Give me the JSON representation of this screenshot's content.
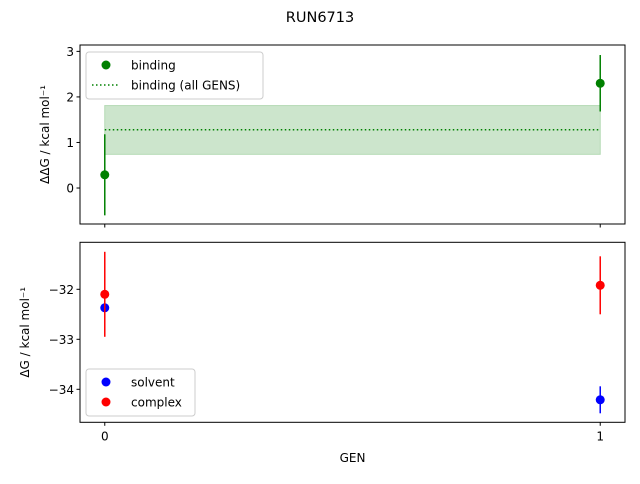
{
  "chart_data": [
    {
      "type": "scatter",
      "title": "RUN6713",
      "ylabel": "ΔΔG / kcal mol⁻¹",
      "xlim": [
        -0.05,
        1.05
      ],
      "ylim": [
        -0.79,
        3.14
      ],
      "yticks": [
        0,
        1,
        2,
        3
      ],
      "x_ticks": [
        0,
        1
      ],
      "grid": false,
      "legend_position": "top-left",
      "series": [
        {
          "name": "binding",
          "color": "#008000",
          "x": [
            0,
            1
          ],
          "y": [
            0.29,
            2.3
          ],
          "yerr": [
            0.89,
            0.62
          ]
        },
        {
          "name": "binding (all GENS)",
          "color": "#008000",
          "style": "dotted",
          "x": [
            0,
            1
          ],
          "y": 1.28,
          "band": [
            0.74,
            1.81
          ],
          "band_color": "#cce5cc"
        }
      ]
    },
    {
      "type": "scatter",
      "xlabel": "GEN",
      "ylabel": "ΔG / kcal mol⁻¹",
      "xlim": [
        -0.05,
        1.05
      ],
      "ylim": [
        -34.66,
        -31.06
      ],
      "yticks": [
        -32,
        -33,
        -34
      ],
      "xticks": [
        0,
        1
      ],
      "grid": false,
      "legend_position": "bottom-left",
      "series": [
        {
          "name": "solvent",
          "color": "#0000ff",
          "x": [
            0,
            1
          ],
          "y": [
            -32.37,
            -34.21
          ],
          "yerr": [
            0,
            0.27
          ]
        },
        {
          "name": "complex",
          "color": "#ff0000",
          "x": [
            0,
            1
          ],
          "y": [
            -32.1,
            -31.92
          ],
          "yerr": [
            0.85,
            0.58
          ]
        }
      ]
    }
  ]
}
